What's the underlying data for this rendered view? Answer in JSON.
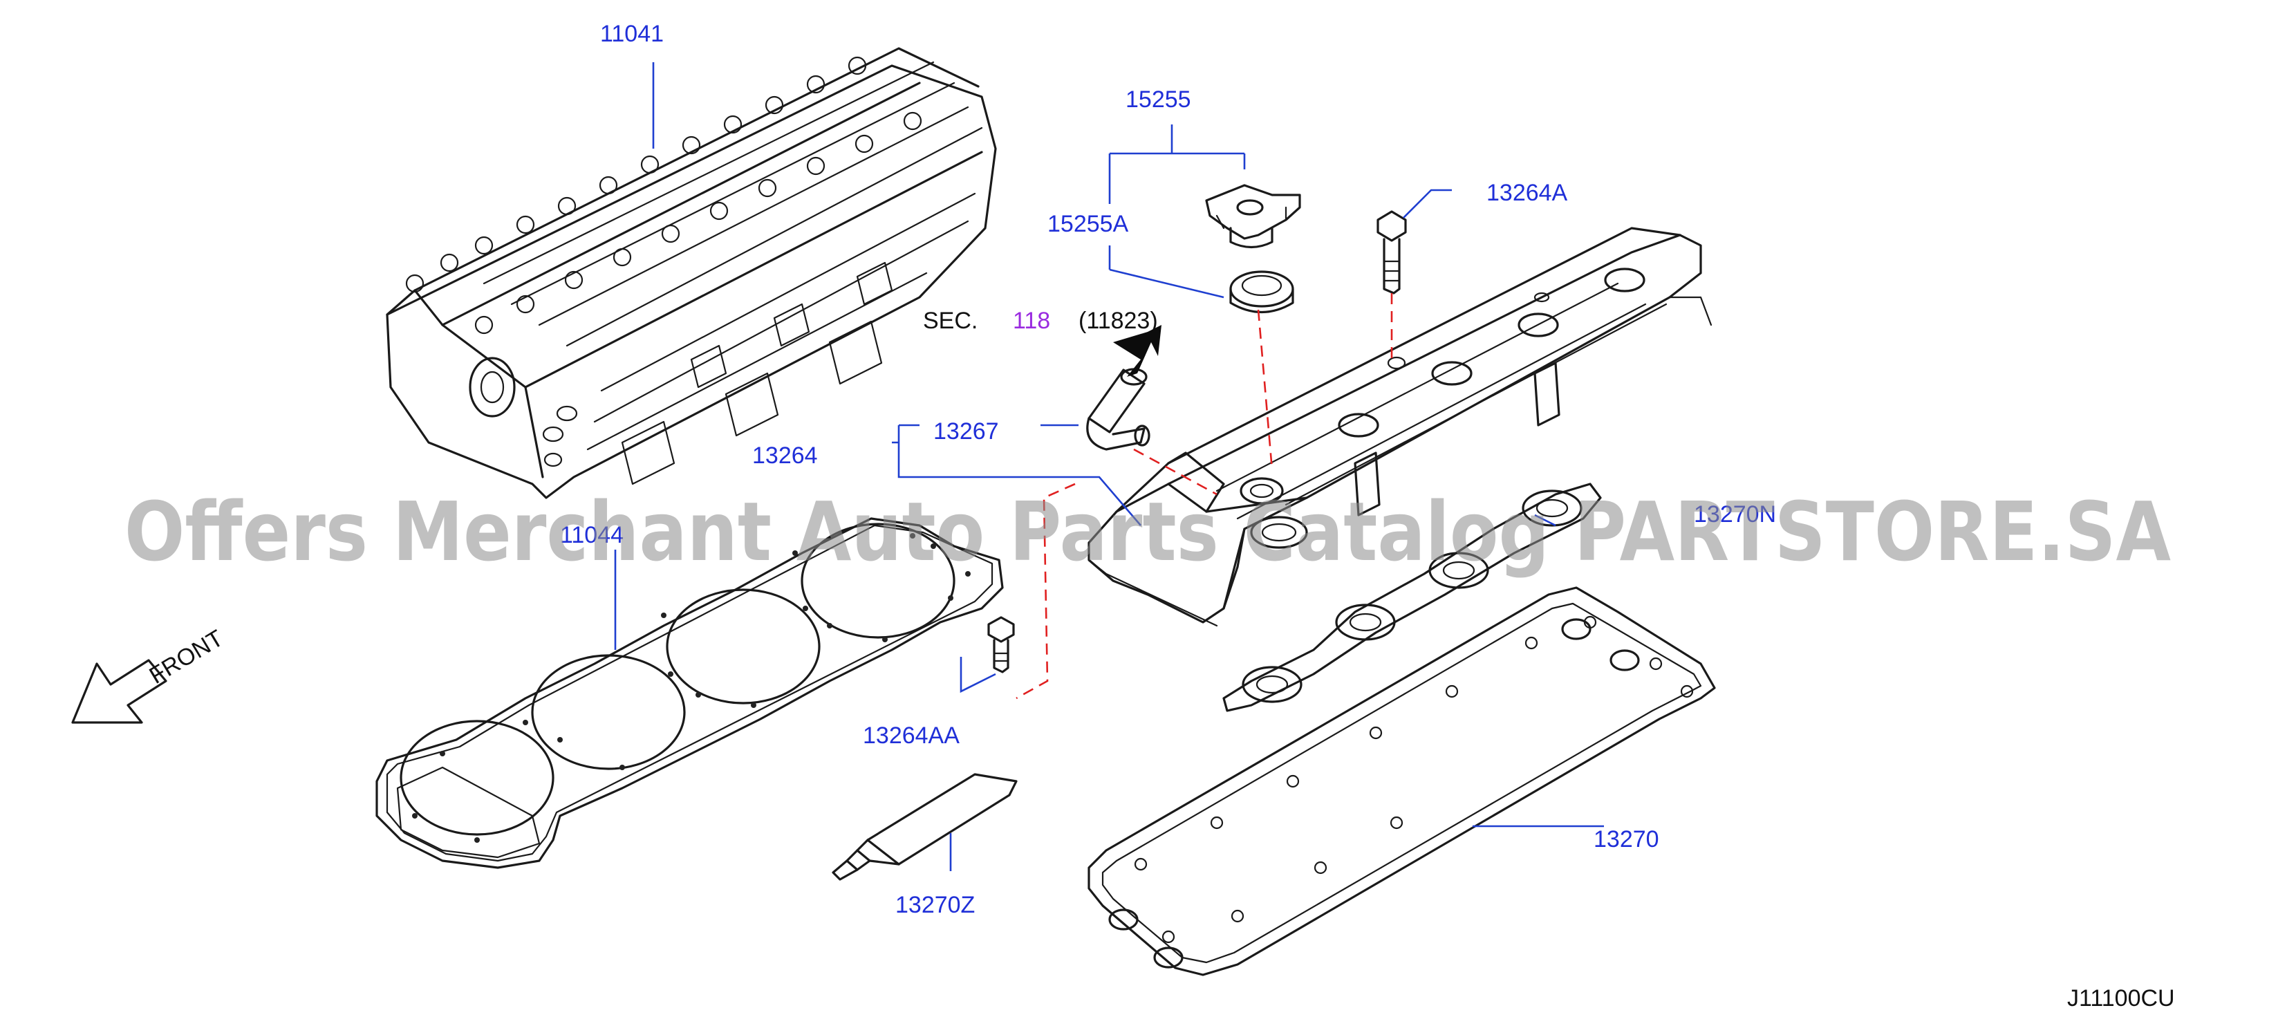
{
  "diagram_code": "J11100CU",
  "watermark": "Offers Merchant Auto Parts Catalog PARTSTORE.SA",
  "front_label": "FRONT",
  "section_ref": {
    "prefix": "SEC.",
    "section": "118",
    "part": "(11823)"
  },
  "colors": {
    "label": "#1f2fd8",
    "section_link": "#9a2be0",
    "dashed_guides": "#e02020",
    "lines": "#1a1a1a"
  },
  "parts": [
    {
      "id": "11041",
      "name": "cylinder head"
    },
    {
      "id": "11044",
      "name": "cylinder head gasket"
    },
    {
      "id": "15255",
      "name": "oil filler cap assembly"
    },
    {
      "id": "15255A",
      "name": "oil filler cap seal"
    },
    {
      "id": "13264A",
      "name": "rocker cover bolt"
    },
    {
      "id": "13264AA",
      "name": "rocker cover bolt"
    },
    {
      "id": "13267",
      "name": "breather elbow"
    },
    {
      "id": "13264",
      "name": "rocker cover"
    },
    {
      "id": "13270N",
      "name": "spark plug tube seal"
    },
    {
      "id": "13270",
      "name": "rocker cover gasket"
    },
    {
      "id": "13270Z",
      "name": "liquid gasket"
    }
  ]
}
